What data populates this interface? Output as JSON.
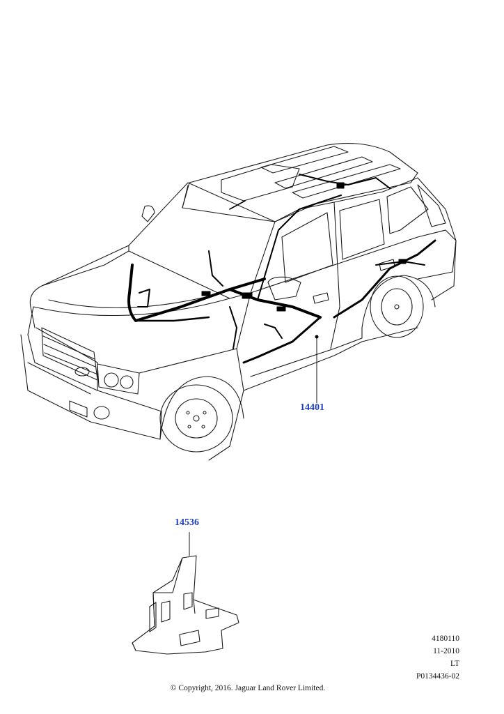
{
  "callouts": {
    "harness": "14401",
    "cover": "14536"
  },
  "meta": {
    "line1": "4180110",
    "line2": "11-2010",
    "line3": "LT",
    "line4": "P0134436-02"
  },
  "copyright": "© Copyright, 2016. Jaguar Land Rover Limited.",
  "colors": {
    "callout": "#1f3fbf",
    "line": "#1a1a1a",
    "harness": "#000000"
  },
  "icons": [
    "vehicle-illustration",
    "wiring-harness",
    "harness-cover-part"
  ]
}
